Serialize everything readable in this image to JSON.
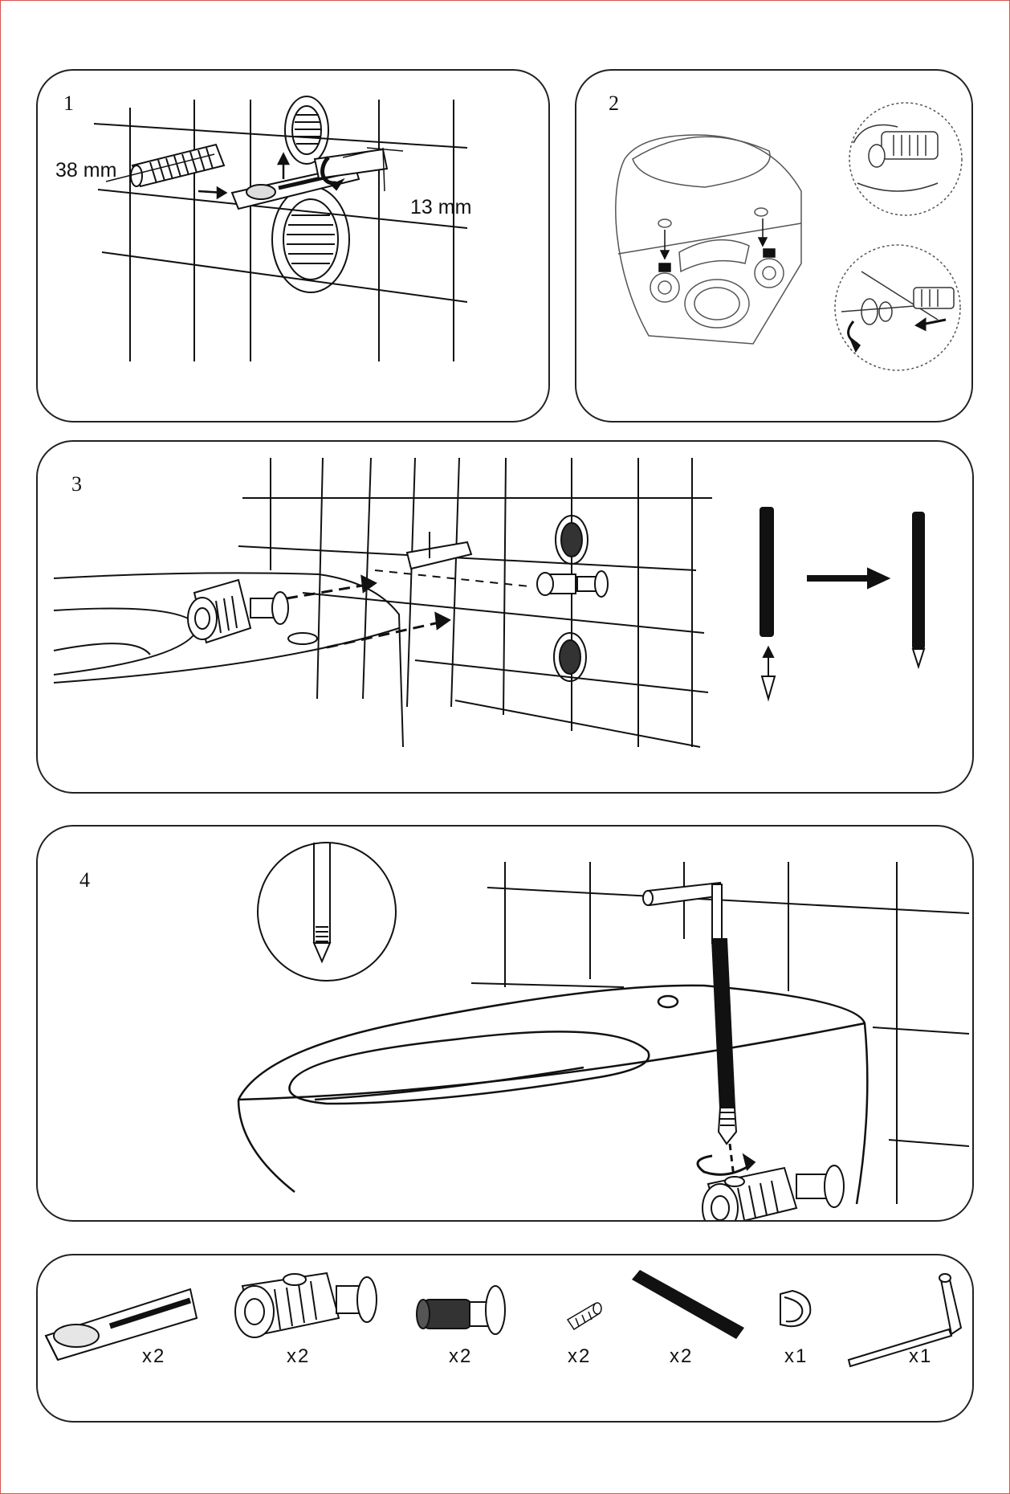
{
  "steps": {
    "step1": {
      "number": "1",
      "dim_a": "38 mm",
      "dim_b": "13 mm"
    },
    "step2": {
      "number": "2"
    },
    "step3": {
      "number": "3"
    },
    "step4": {
      "number": "4"
    }
  },
  "parts": [
    {
      "icon": "wedge-anchor-icon",
      "qty": "x2"
    },
    {
      "icon": "barrel-nut-icon",
      "qty": "x2"
    },
    {
      "icon": "threaded-bolt-icon",
      "qty": "x2"
    },
    {
      "icon": "set-screw-icon",
      "qty": "x2"
    },
    {
      "icon": "rod-icon",
      "qty": "x2"
    },
    {
      "icon": "cap-icon",
      "qty": "x1"
    },
    {
      "icon": "hex-key-icon",
      "qty": "x1"
    }
  ]
}
